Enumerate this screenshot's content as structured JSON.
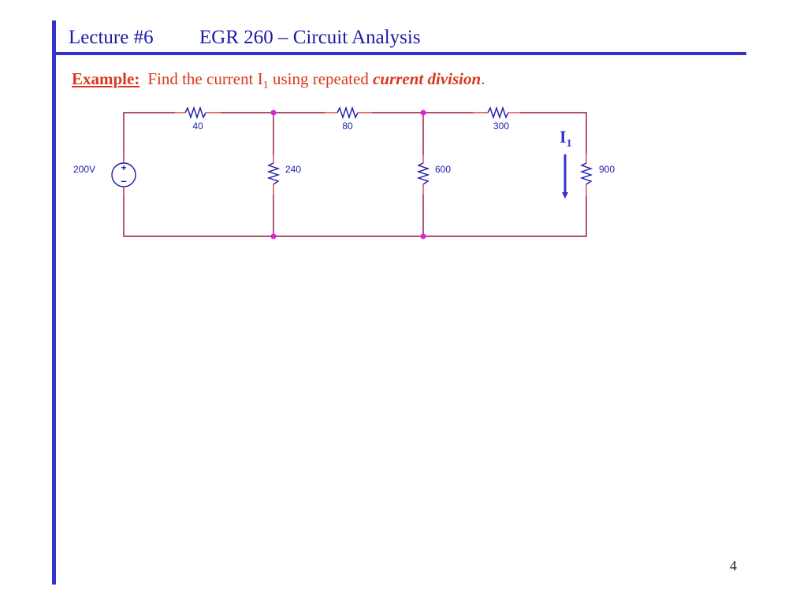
{
  "header": {
    "lecture": "Lecture #6",
    "course": "EGR 260 – Circuit Analysis"
  },
  "example": {
    "label": "Example:",
    "text_before": "Find the current I",
    "subscript": "1",
    "text_middle": " using repeated ",
    "emphasis": "current division",
    "text_end": "."
  },
  "circuit": {
    "source": {
      "label": "200V",
      "plus": "+",
      "minus": "–"
    },
    "resistors": {
      "r40": "40",
      "r80": "80",
      "r300": "300",
      "r240": "240",
      "r600": "600",
      "r900": "900"
    },
    "current": {
      "symbol": "I",
      "subscript": "1"
    }
  },
  "page_number": "4",
  "colors": {
    "accent": "#3333cc",
    "title": "#1a1aa8",
    "example": "#d9381e",
    "wire": "#8b1a3a",
    "resistor": "#1a1aa8",
    "node": "#e020e0",
    "terminal": "#e04040"
  }
}
